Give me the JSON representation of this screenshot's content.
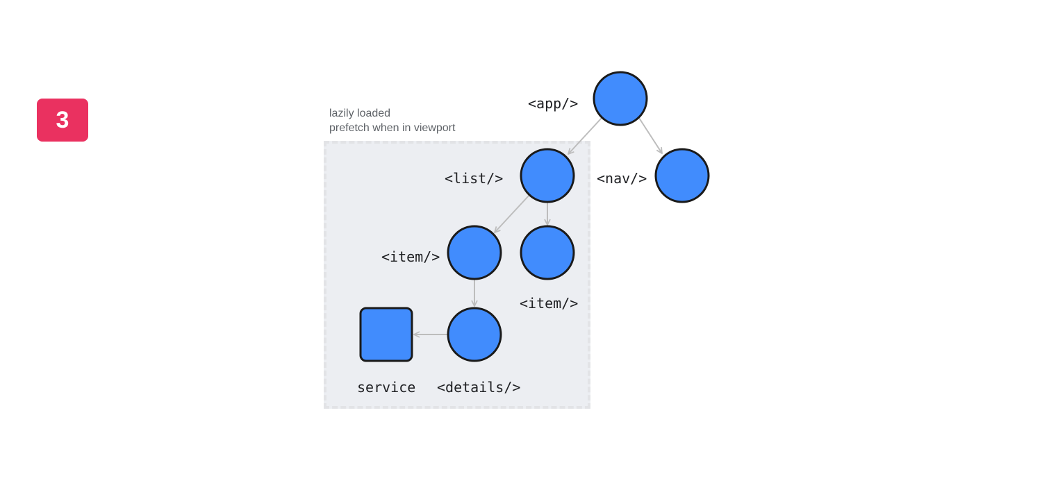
{
  "step": {
    "number": "3",
    "color": "#ea3160"
  },
  "lazy_region": {
    "title_line1": "lazily loaded",
    "title_line2": "prefetch when in viewport",
    "fill_color": "#eceef2"
  },
  "nodes": {
    "app": {
      "label": "<app/>",
      "shape": "circle"
    },
    "nav": {
      "label": "<nav/>",
      "shape": "circle"
    },
    "list": {
      "label": "<list/>",
      "shape": "circle"
    },
    "item_left": {
      "label": "<item/>",
      "shape": "circle"
    },
    "item_right": {
      "label": "<item/>",
      "shape": "circle"
    },
    "details": {
      "label": "<details/>",
      "shape": "circle"
    },
    "service": {
      "label": "service",
      "shape": "square"
    }
  },
  "edges": [
    {
      "from": "app",
      "to": "list"
    },
    {
      "from": "app",
      "to": "nav"
    },
    {
      "from": "list",
      "to": "item_left"
    },
    {
      "from": "list",
      "to": "item_right"
    },
    {
      "from": "item_left",
      "to": "details"
    },
    {
      "from": "details",
      "to": "service"
    }
  ],
  "colors": {
    "node_fill": "#418cfd",
    "node_stroke": "#1a1a1a",
    "edge": "#bdbdbd"
  }
}
